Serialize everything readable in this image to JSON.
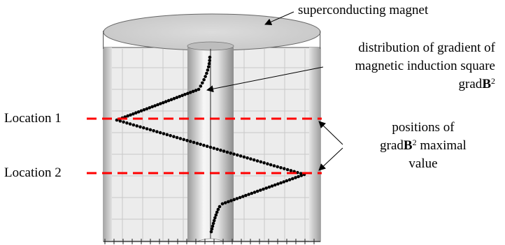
{
  "labels": {
    "magnet": "superconducting magnet",
    "distribution_line1": "distribution of gradient of",
    "distribution_line2": "magnetic induction square",
    "distribution_line3_prefix": "grad",
    "distribution_line3_symbol": "B",
    "distribution_line3_exp": "2",
    "location1": "Location 1",
    "location2": "Location 2",
    "positions_line1": "positions of",
    "positions_line2_prefix": "grad",
    "positions_line2_symbol": "B",
    "positions_line2_exp": "2",
    "positions_line2_suffix": " maximal",
    "positions_line3": "value"
  },
  "colors": {
    "magnet_top": "#d0d0d0",
    "magnet_body": "#ececec",
    "grid": "#c8c8c8",
    "location_line": "#ff0000",
    "curve": "#000000"
  }
}
